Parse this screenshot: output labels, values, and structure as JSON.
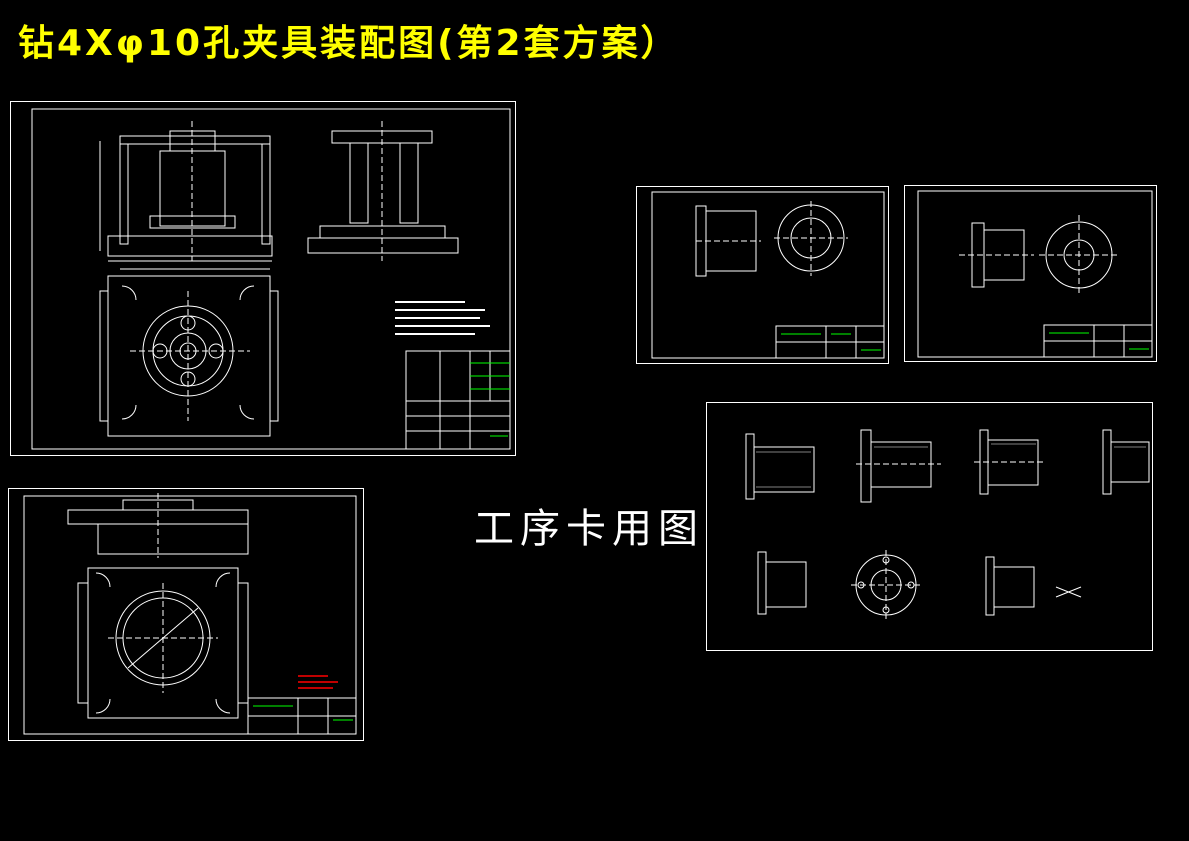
{
  "page": {
    "title": "钻4Xφ10孔夹具装配图(第2套方案）",
    "process_card_caption": "工序卡用图"
  },
  "colors": {
    "background": "#000000",
    "title": "#ffff00",
    "line": "#ffffff",
    "accent_green": "#00ff00",
    "accent_red": "#ff0000",
    "accent_cyan": "#00ffff"
  },
  "drawings": [
    {
      "id": "fixture-assembly-drawing",
      "kind": "assembly"
    },
    {
      "id": "fixture-body-drawing",
      "kind": "part"
    },
    {
      "id": "part-drawing-1",
      "kind": "part"
    },
    {
      "id": "part-drawing-2",
      "kind": "part"
    },
    {
      "id": "process-card-drawings",
      "kind": "process-card"
    }
  ]
}
